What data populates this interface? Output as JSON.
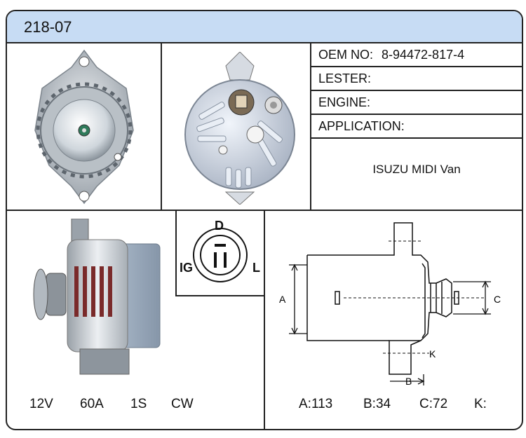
{
  "header": {
    "title": "218-07"
  },
  "info": {
    "oem_label": "OEM NO:",
    "oem_value": "8-94472-817-4",
    "lester_label": "LESTER:",
    "engine_label": "ENGINE:",
    "application_label": "APPLICATION:",
    "application_value": "ISUZU MIDI Van"
  },
  "connector": {
    "pin_top": "D",
    "pin_left": "IG",
    "pin_right": "L"
  },
  "specs": {
    "voltage": "12V",
    "amperage": "60A",
    "pulley": "1S",
    "rotation": "CW"
  },
  "dimensions": {
    "a": "A:113",
    "b": "B:34",
    "c": "C:72",
    "k": "K:",
    "label_a": "A",
    "label_b": "B",
    "label_c": "C",
    "label_k": "K"
  }
}
